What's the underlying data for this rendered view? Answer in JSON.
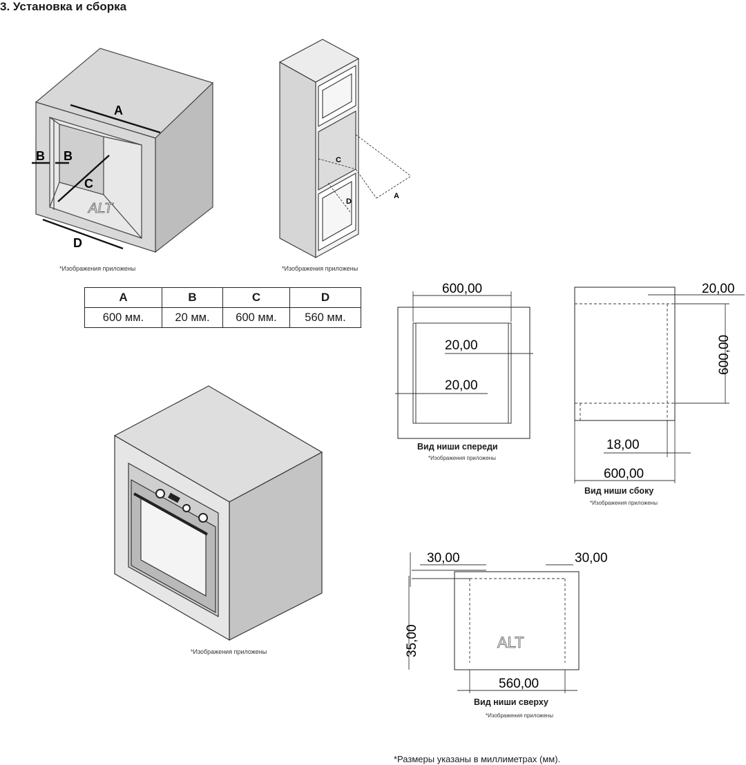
{
  "heading": "3. Установка и сборка",
  "caption": "*Изображения приложены",
  "table": {
    "headers": [
      "A",
      "B",
      "C",
      "D"
    ],
    "values": [
      "600 мм.",
      "20 мм.",
      "600 мм.",
      "560 мм."
    ]
  },
  "letters": {
    "a": "A",
    "b": "B",
    "c": "C",
    "d": "D"
  },
  "brand": "ALT",
  "front_view": {
    "label": "Вид ниши спереди",
    "width": "600,00",
    "side_gap": "20,00",
    "side_gap_2": "20,00"
  },
  "side_view": {
    "label": "Вид ниши сбоку",
    "top": "20,00",
    "height": "600,00",
    "back": "18,00",
    "depth": "600,00"
  },
  "top_view": {
    "label": "Вид ниши сверху",
    "left": "30,00",
    "right": "30,00",
    "depth": "35,00",
    "width": "560,00"
  },
  "footnote": "*Размеры указаны в миллиметрах (мм)."
}
